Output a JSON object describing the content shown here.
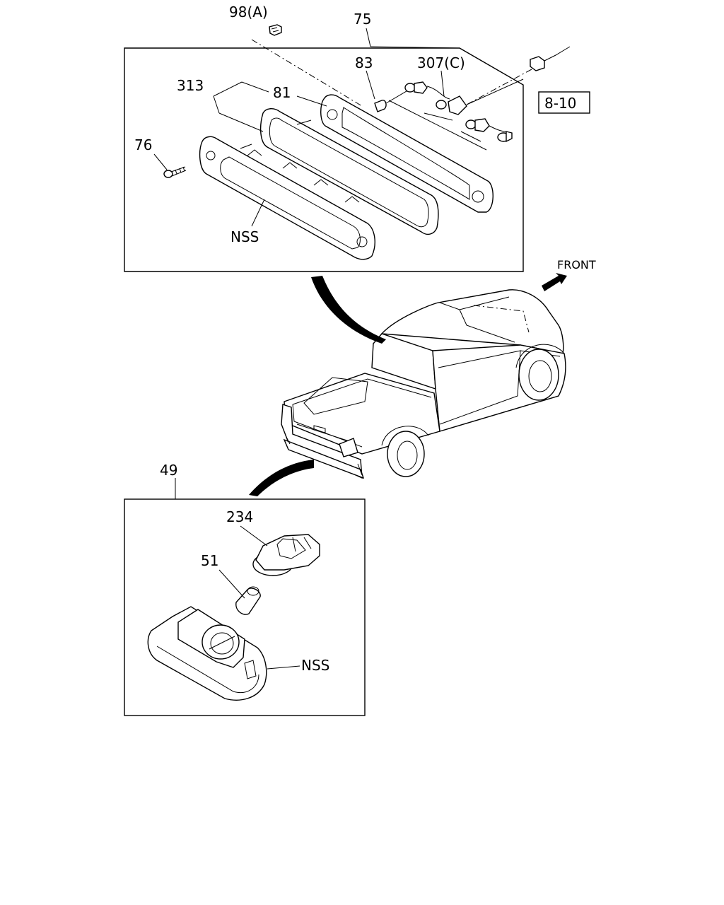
{
  "labels": {
    "p98a": "98(A)",
    "p75": "75",
    "p83": "83",
    "p307c": "307(C)",
    "p313": "313",
    "p81": "81",
    "p76": "76",
    "nss_top": "NSS",
    "ref_8_10": "8-10",
    "front": "FRONT",
    "p49": "49",
    "p234": "234",
    "p51": "51",
    "nss_bottom": "NSS"
  }
}
